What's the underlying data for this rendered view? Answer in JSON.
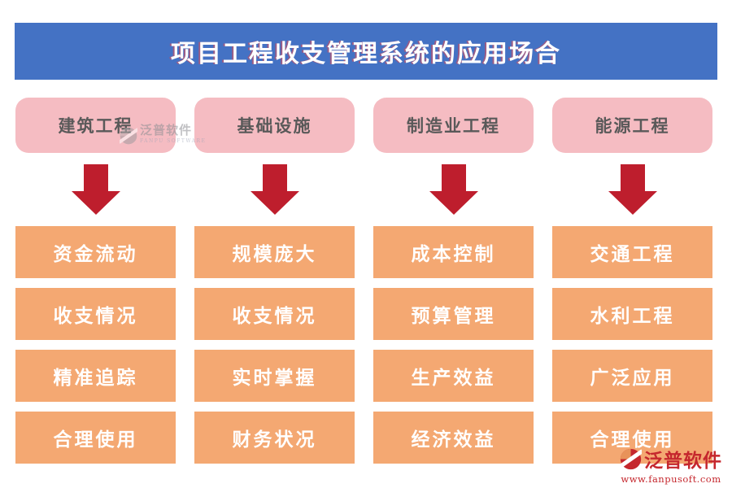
{
  "title": "项目工程收支管理系统的应用场合",
  "columns": [
    {
      "header": "建筑工程",
      "items": [
        "资金流动",
        "收支情况",
        "精准追踪",
        "合理使用"
      ]
    },
    {
      "header": "基础设施",
      "items": [
        "规模庞大",
        "收支情况",
        "实时掌握",
        "财务状况"
      ]
    },
    {
      "header": "制造业工程",
      "items": [
        "成本控制",
        "预算管理",
        "生产效益",
        "经济效益"
      ]
    },
    {
      "header": "能源工程",
      "items": [
        "交通工程",
        "水利工程",
        "广泛应用",
        "合理使用"
      ]
    }
  ],
  "watermark": {
    "brand": "泛普软件",
    "brand_en": "FANPU SOFTWARE"
  },
  "footer_logo": {
    "brand": "泛普软件",
    "website": "www.fanpusoft.com"
  },
  "colors": {
    "banner_blue": "#4472C4",
    "header_pink": "#F5BCC2",
    "header_text_gray": "#595959",
    "box_orange": "#F4A872",
    "box_text_white": "#FFFFFF",
    "arrow_red": "#BE1E2D",
    "brand_red": "#C5272D"
  }
}
